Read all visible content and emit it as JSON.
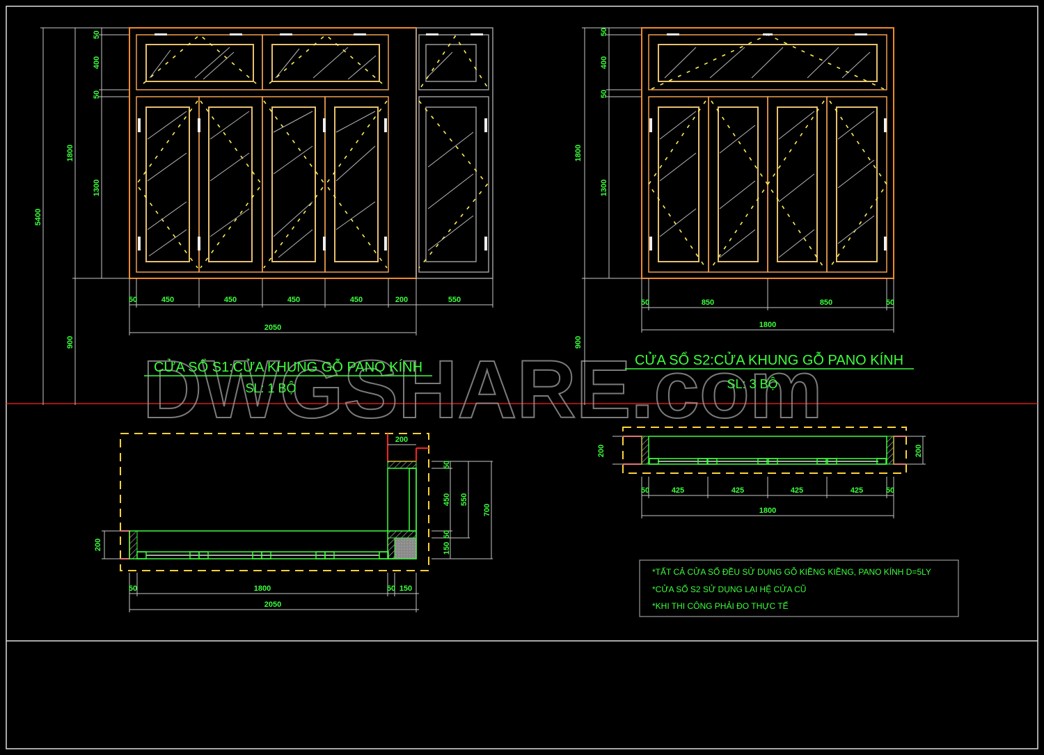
{
  "watermark": "DWGSHARE.com",
  "colors": {
    "background": "#000000",
    "text": "#3cff3c",
    "frame": "#f08a2a",
    "dimension_line": "#c8c8c8",
    "section_line": "#ff2020",
    "wall_dashed": "#ffd23c"
  },
  "window_s1": {
    "title": "CỬA SỔ S1:CỬA KHUNG GỖ PANO KÍNH",
    "quantity": "SL: 1 BỘ",
    "elevation": {
      "vertical_dims": [
        "50",
        "400",
        "50",
        "1300",
        "1800",
        "5400",
        "900"
      ],
      "horizontal_dims": [
        "50",
        "450",
        "450",
        "450",
        "450",
        "200",
        "550"
      ],
      "overall_width": "2050"
    },
    "plan": {
      "depth_dim": "200",
      "top_right_dim": "200",
      "right_dims": [
        "50",
        "450",
        "50",
        "150"
      ],
      "right_overall": [
        "550",
        "700"
      ],
      "bottom_dims": [
        "50",
        "1800",
        "50",
        "150"
      ],
      "overall_width": "2050"
    }
  },
  "window_s2": {
    "title": "CỬA SỔ S2:CỬA KHUNG GỖ PANO KÍNH",
    "quantity": "SL: 3 BỘ",
    "elevation": {
      "vertical_dims": [
        "50",
        "400",
        "50",
        "1300",
        "1800",
        "900"
      ],
      "horizontal_dims": [
        "50",
        "850",
        "850",
        "50"
      ],
      "overall_width": "1800"
    },
    "plan": {
      "depth_dim_left": "200",
      "depth_dim_right": "200",
      "bottom_dims": [
        "50",
        "425",
        "425",
        "425",
        "425",
        "50"
      ],
      "overall_width": "1800"
    }
  },
  "notes": [
    "*TẤT CẢ CỬA SỔ ĐỀU SỬ DỤNG GỖ KIỀNG KIỀNG, PANO KÍNH D=5LY",
    "*CỬA SỔ S2 SỬ DỤNG LẠI HỆ CỬA CŨ",
    "*KHI THI CÔNG PHẢI ĐO THỰC TẾ"
  ]
}
